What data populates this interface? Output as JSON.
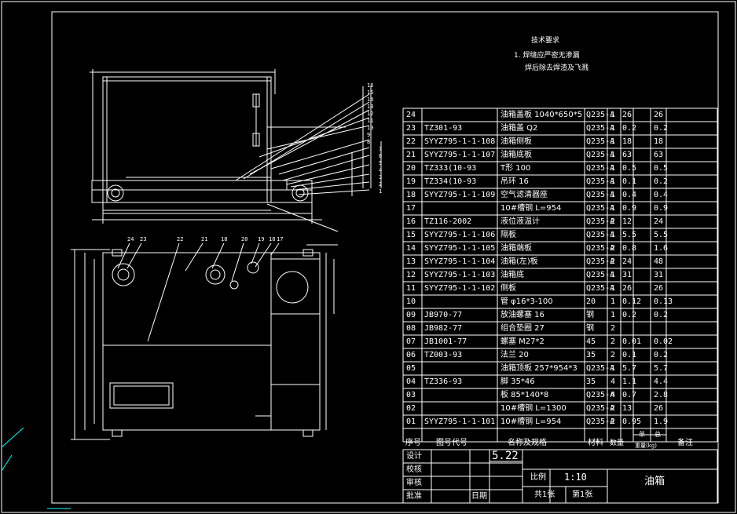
{
  "notes": {
    "heading": "技术要求",
    "line1": "1. 焊缝应严密无渗漏",
    "line2": "焊后除去焊渣及飞溅"
  },
  "bom": {
    "rows": [
      {
        "no": "24",
        "code": "",
        "name": "油箱盖板 1040*650*5",
        "material": "Q235-A",
        "qty": "1",
        "unit": "26",
        "total": "26"
      },
      {
        "no": "23",
        "code": "TZ301-93",
        "name": "油箱盖 Q2",
        "material": "Q235-A",
        "qty": "1",
        "unit": "0.2",
        "total": "0.2"
      },
      {
        "no": "22",
        "code": "SYYZ795-1-1-108",
        "name": "油箱侧板",
        "material": "Q235-A",
        "qty": "1",
        "unit": "18",
        "total": "18"
      },
      {
        "no": "21",
        "code": "SYYZ795-1-1-107",
        "name": "油箱底板",
        "material": "Q235-A",
        "qty": "1",
        "unit": "63",
        "total": "63"
      },
      {
        "no": "20",
        "code": "TZ333(10-93",
        "name": "T形 100",
        "material": "Q235-A",
        "qty": "1",
        "unit": "0.5",
        "total": "0.5"
      },
      {
        "no": "19",
        "code": "TZ334(10-93",
        "name": "吊环 16",
        "material": "Q235-A",
        "qty": "1",
        "unit": "0.1",
        "total": "0.2"
      },
      {
        "no": "18",
        "code": "SYYZ795-1-1-109",
        "name": "空气滤清器座",
        "material": "Q235-A",
        "qty": "1",
        "unit": "0.4",
        "total": "0.4"
      },
      {
        "no": "17",
        "code": "",
        "name": "10#槽钢 L=954",
        "material": "Q235-A",
        "qty": "1",
        "unit": "0.9",
        "total": "0.9"
      },
      {
        "no": "16",
        "code": "TZ116-2002",
        "name": "液位液温计",
        "material": "Q235-A",
        "qty": "2",
        "unit": "12",
        "total": "24"
      },
      {
        "no": "15",
        "code": "SYYZ795-1-1-106",
        "name": "隔板",
        "material": "Q235-A",
        "qty": "1",
        "unit": "5.5",
        "total": "5.5"
      },
      {
        "no": "14",
        "code": "SYYZ795-1-1-105",
        "name": "油箱端板",
        "material": "Q235-A",
        "qty": "2",
        "unit": "0.8",
        "total": "1.6"
      },
      {
        "no": "13",
        "code": "SYYZ795-1-1-104",
        "name": "油箱(左)板",
        "material": "Q235-A",
        "qty": "2",
        "unit": "24",
        "total": "48"
      },
      {
        "no": "12",
        "code": "SYYZ795-1-1-103",
        "name": "油箱底",
        "material": "Q235-A",
        "qty": "1",
        "unit": "31",
        "total": "31"
      },
      {
        "no": "11",
        "code": "SYYZ795-1-1-102",
        "name": "侧板",
        "material": "Q235-A",
        "qty": "1",
        "unit": "26",
        "total": "26"
      },
      {
        "no": "10",
        "code": "",
        "name": "管 φ16*3-100",
        "material": "20",
        "qty": "1",
        "unit": "0.12",
        "total": "0.13"
      },
      {
        "no": "09",
        "code": "JB970-77",
        "name": "放油螺塞 16",
        "material": "钢",
        "qty": "1",
        "unit": "0.2",
        "total": "0.2"
      },
      {
        "no": "08",
        "code": "JB982-77",
        "name": "组合垫圈 27",
        "material": "钢",
        "qty": "2",
        "unit": "",
        "total": ""
      },
      {
        "no": "07",
        "code": "JB1001-77",
        "name": "螺塞 M27*2",
        "material": "45",
        "qty": "2",
        "unit": "0.01",
        "total": "0.02"
      },
      {
        "no": "06",
        "code": "TZ003-93",
        "name": "法兰 20",
        "material": "35",
        "qty": "2",
        "unit": "0.1",
        "total": "0.2"
      },
      {
        "no": "05",
        "code": "",
        "name": "油箱顶板 257*954*3",
        "material": "Q235-A",
        "qty": "1",
        "unit": "5.7",
        "total": "5.7"
      },
      {
        "no": "04",
        "code": "TZ336-93",
        "name": "脚 35*46",
        "material": "35",
        "qty": "4",
        "unit": "1.1",
        "total": "4.4"
      },
      {
        "no": "03",
        "code": "",
        "name": "板 85*140*8",
        "material": "Q235-A",
        "qty": "4",
        "unit": "0.7",
        "total": "2.8"
      },
      {
        "no": "02",
        "code": "",
        "name": "10#槽钢 L=1300",
        "material": "Q235-A",
        "qty": "2",
        "unit": "13",
        "total": "26"
      },
      {
        "no": "01",
        "code": "SYYZ795-1-1-101",
        "name": "10#槽钢 L=954",
        "material": "Q235-A",
        "qty": "2",
        "unit": "0.95",
        "total": "1.9"
      }
    ],
    "header": {
      "no": "序号",
      "code": "图号代号",
      "name": "名称及规格",
      "material": "材料",
      "qty": "数量",
      "weight_single": "单",
      "weight_total": "总",
      "weight_unit": "重量(kg)",
      "remark": "备注"
    }
  },
  "title_block": {
    "design_label": "设计",
    "design_value": "5.22",
    "check_label": "校核",
    "review_label": "审核",
    "approve_label": "批准",
    "date_label": "日期",
    "scale_label": "比例",
    "scale_value": "1:10",
    "drawing_title": "油箱",
    "sheets_total": "共1张",
    "sheet_no": "第1张"
  },
  "balloons_top": [
    "16",
    "15",
    "14",
    "13",
    "12",
    "11",
    "10",
    "9",
    "8",
    "7",
    "6",
    "5",
    "4",
    "3",
    "2",
    "1"
  ],
  "balloons_bottom": [
    "24",
    "23",
    "22",
    "21",
    "18",
    "20",
    "19",
    "18",
    "17"
  ],
  "colors": {
    "line": "#ffffff",
    "background": "#000000",
    "cad_cyan": "#00ffff"
  }
}
